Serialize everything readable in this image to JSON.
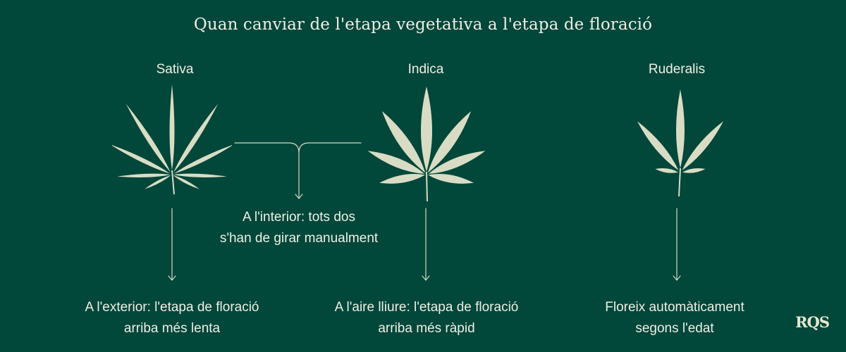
{
  "title": "Quan canviar de l'etapa vegetativa a l'etapa de floració",
  "strains": {
    "sativa": "Sativa",
    "indica": "Indica",
    "ruderalis": "Ruderalis"
  },
  "indoor_note": {
    "line1": "A l'interior: tots dos",
    "line2": "s'han de girar manualment"
  },
  "outcomes": {
    "sativa": {
      "line1": "A l'exterior: l'etapa de floració",
      "line2": "arriba més lenta"
    },
    "indica": {
      "line1": "A l'aire lliure: l'etapa de floració",
      "line2": "arriba més ràpid"
    },
    "ruderalis": {
      "line1": "Floreix automàticament",
      "line2": "segons l'edat"
    }
  },
  "logo": "RQS",
  "colors": {
    "background": "#01473a",
    "leaf": "#d9dcc4",
    "text": "#f0efe4",
    "lines": "#d6d8c6"
  }
}
